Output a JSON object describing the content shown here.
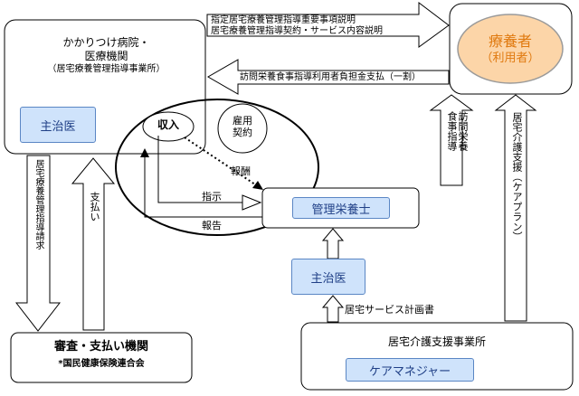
{
  "nodes": {
    "clinic_line1": "かかりつけ病院・",
    "clinic_line2": "医療機関",
    "clinic_line3": "（居宅療養管理指導事業所）",
    "attending_doctor_top": "主治医",
    "income": "収入",
    "employment_contract": "雇用\n契約",
    "patient_line1": "療養者",
    "patient_line2": "（利用者）",
    "dietitian": "管理栄養士",
    "attending_doctor_mid": "主治医",
    "care_office": "居宅介護支援事業所",
    "care_manager": "ケアマネジャー",
    "review_org": "審査・支払い機関",
    "review_org_sub": "*国民健康保険連合会"
  },
  "edges": {
    "explain_line1": "指定居宅療養管理指導重要事項説明",
    "explain_line2": "居宅療養管理指導契約・サービス内容説明",
    "copay": "訪問栄養食事指導利用者負担金支払（一割）",
    "remuneration": "報酬",
    "instruction": "指示",
    "report": "報告",
    "care_plan_doc": "居宅サービス計画書",
    "visit_guidance": "訪問栄養\n食事指導",
    "care_support": "居宅介護支援（ケアプラン）",
    "billing": "居宅療養管理指導請求",
    "payment": "支払い"
  },
  "colors": {
    "patient_fill": "#fcd5a8",
    "patient_text": "#e07a10",
    "blue_fill": "#cfe3fb",
    "blue_border": "#5a86c4",
    "blue_text": "#1f3f86"
  }
}
